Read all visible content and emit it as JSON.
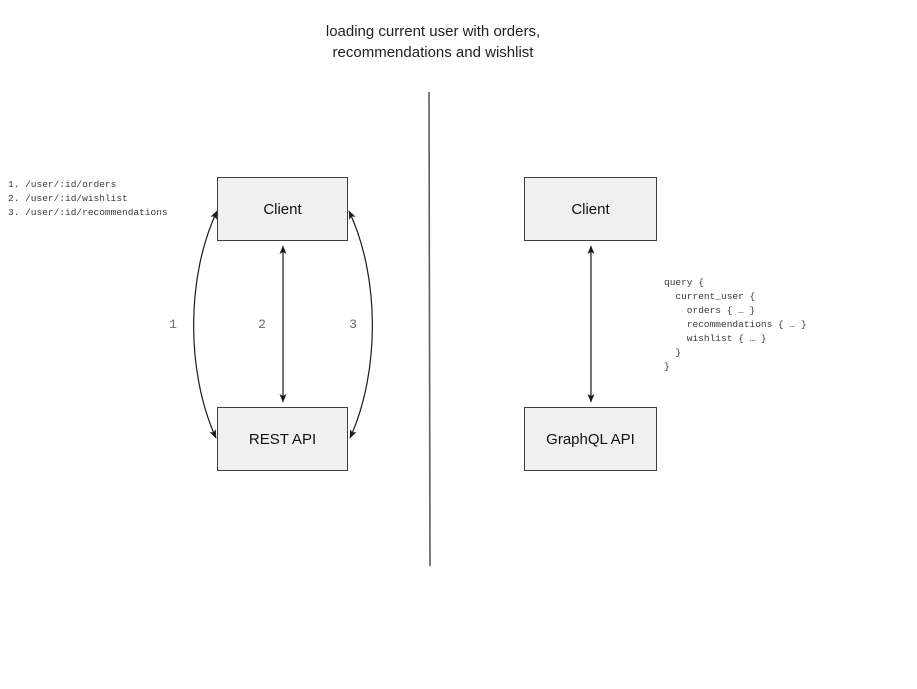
{
  "title": "loading current user with orders,\nrecommendations and wishlist",
  "left_panel": {
    "endpoints": "1. /user/:id/orders\n2. /user/:id/wishlist\n3. /user/:id/recommendations",
    "client_label": "Client",
    "api_label": "REST API",
    "arrow_labels": [
      "1",
      "2",
      "3"
    ]
  },
  "right_panel": {
    "client_label": "Client",
    "api_label": "GraphQL API",
    "query": "query {\n  current_user {\n    orders { … }\n    recommendations { … }\n    wishlist { … }\n  }\n}"
  },
  "colors": {
    "box_fill": "#f0f0f0",
    "box_border": "#3d3d3d",
    "arrow": "#1a1a1a",
    "divider": "#5c5c5c",
    "label_gray": "#6b6b6b"
  }
}
